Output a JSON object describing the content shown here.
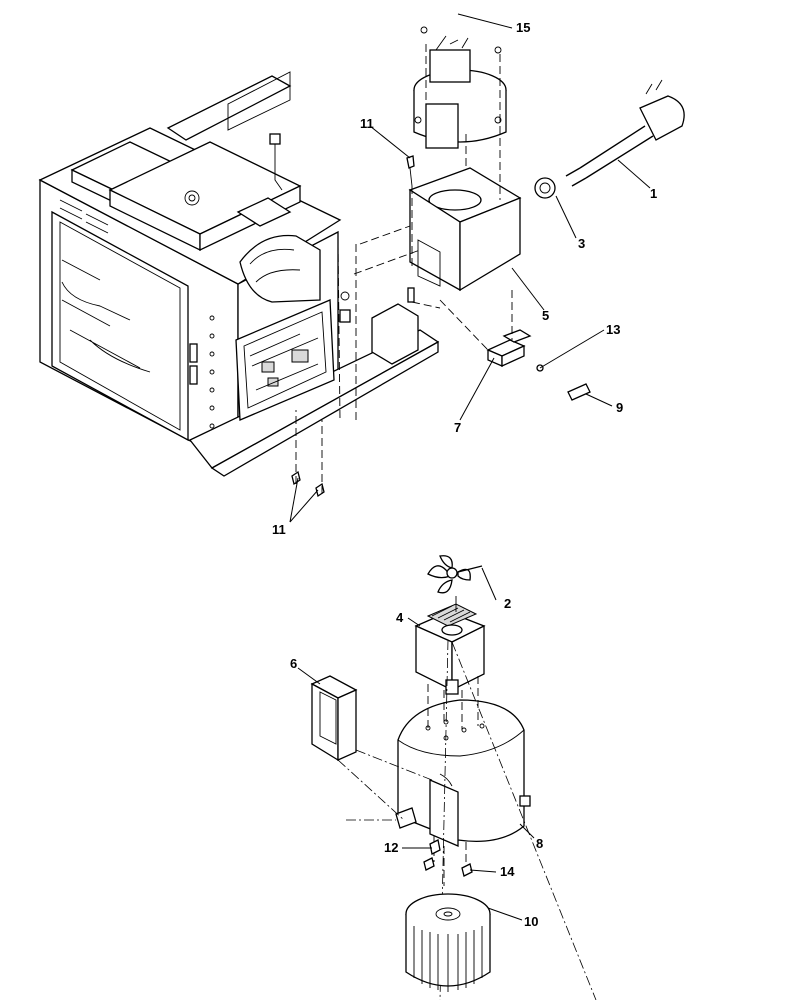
{
  "callouts": [
    {
      "id": "label-1",
      "text": "1"
    },
    {
      "id": "label-2",
      "text": "2"
    },
    {
      "id": "label-3",
      "text": "3"
    },
    {
      "id": "label-4",
      "text": "4"
    },
    {
      "id": "label-5",
      "text": "5"
    },
    {
      "id": "label-6",
      "text": "6"
    },
    {
      "id": "label-7",
      "text": "7"
    },
    {
      "id": "label-8",
      "text": "8"
    },
    {
      "id": "label-9",
      "text": "9"
    },
    {
      "id": "label-10",
      "text": "10"
    },
    {
      "id": "label-11a",
      "text": "11"
    },
    {
      "id": "label-11b",
      "text": "11"
    },
    {
      "id": "label-12",
      "text": "12"
    },
    {
      "id": "label-13",
      "text": "13"
    },
    {
      "id": "label-14",
      "text": "14"
    },
    {
      "id": "label-15",
      "text": "15"
    }
  ]
}
